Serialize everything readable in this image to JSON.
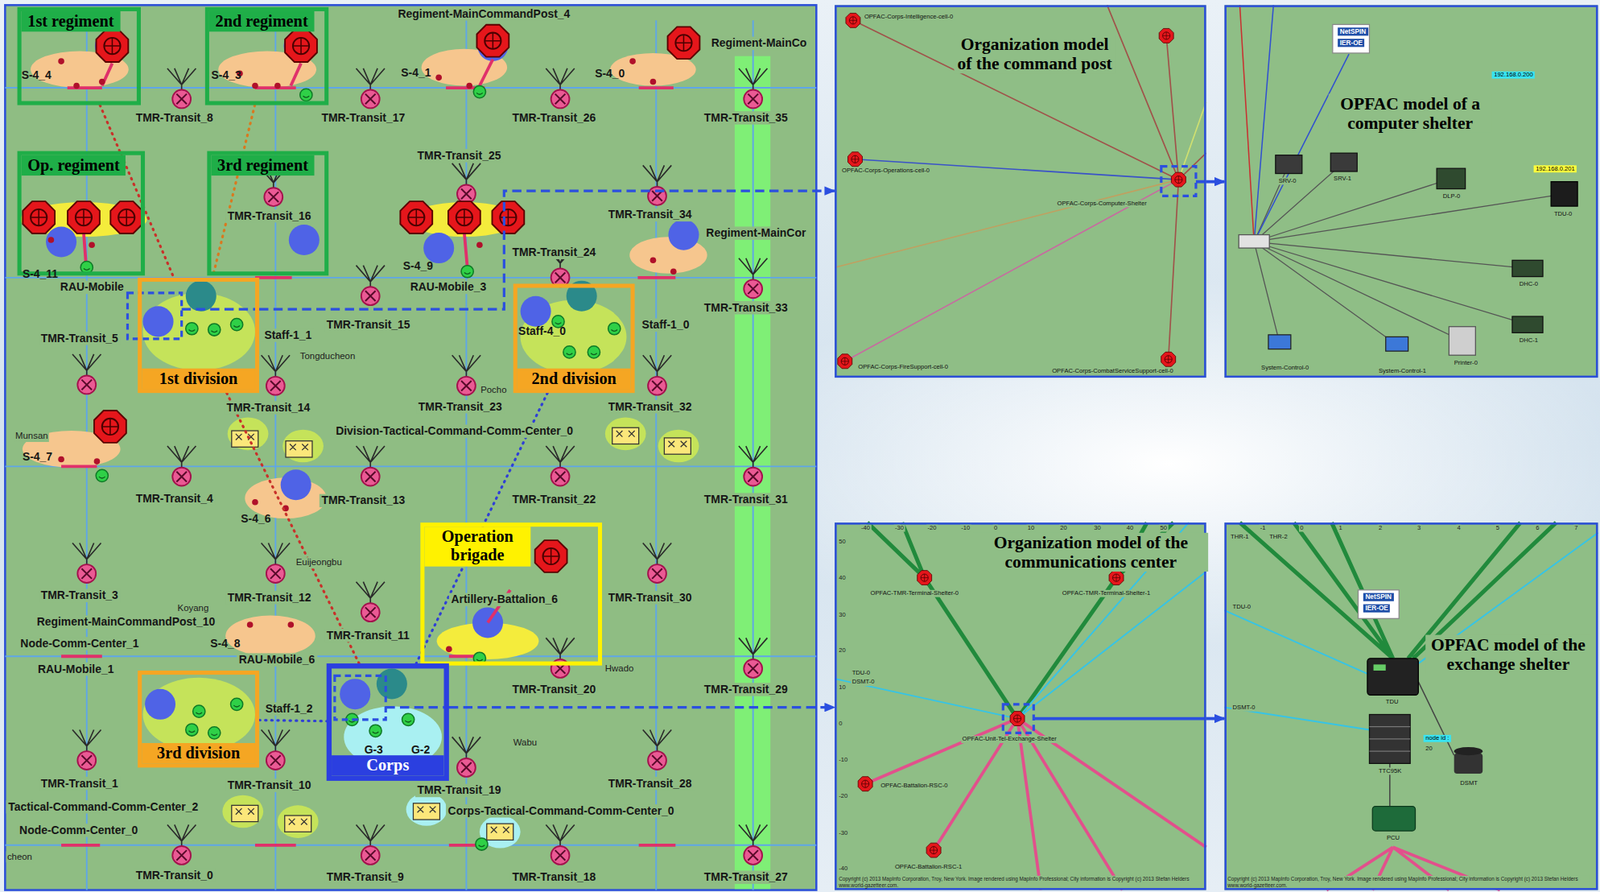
{
  "diagram": {
    "nodes": [
      {
        "text": [
          "1st regiment"
        ]
      },
      {
        "text": [
          "2nd regiment"
        ]
      },
      {
        "text": [
          "Op. regiment"
        ]
      },
      {
        "text": [
          "3rd regiment"
        ]
      },
      {
        "text": [
          "1st division"
        ]
      },
      {
        "text": [
          "2nd division"
        ]
      },
      {
        "text": [
          "Operation brigade"
        ]
      },
      {
        "text": [
          "3rd division"
        ]
      },
      {
        "text": [
          "Corps"
        ]
      },
      {
        "text": [
          "Organization model of the command post"
        ]
      },
      {
        "text": [
          "OPFAC model of a computer shelter"
        ]
      },
      {
        "text": [
          "Organization model of the communications center"
        ]
      },
      {
        "text": [
          "OPFAC model of the exchange shelter"
        ]
      }
    ],
    "edges": [
      {
        "from": 4,
        "to": 9,
        "arrow": "to"
      },
      {
        "from": 9,
        "to": 10,
        "arrow": "to"
      },
      {
        "from": 8,
        "to": 11,
        "arrow": "to"
      },
      {
        "from": 11,
        "to": 12,
        "arrow": "to"
      },
      {
        "from": 0,
        "to": 4,
        "arrow": "none"
      },
      {
        "from": 1,
        "to": 4,
        "arrow": "none"
      },
      {
        "from": 4,
        "to": 8,
        "arrow": "none"
      },
      {
        "from": 5,
        "to": 8,
        "arrow": "none"
      },
      {
        "from": 7,
        "to": 8,
        "arrow": "none"
      }
    ],
    "labels": [
      "Regiment-MainCommandPost_4",
      "S-4_4",
      "S-4_3",
      "S-4_1",
      "S-4_0",
      "Regiment-MainCo",
      "TMR-Transit_8",
      "TMR-Transit_17",
      "TMR-Transit_26",
      "TMR-Transit_35",
      "TMR-Transit_25",
      "TMR-Transit_34",
      "Regiment-MainCor",
      "TMR-Transit_16",
      "TMR-Transit_24",
      "S-4_9",
      "S-4_11",
      "RAU-Mobile",
      "RAU-Mobile_3",
      "TMR-Transit_15",
      "TMR-Transit_33",
      "TMR-Transit_5",
      "Staff-1_1",
      "Staff-4_0",
      "Staff-1_0",
      "Tongducheon",
      "TMR-Transit_14",
      "TMR-Transit_23",
      "TMR-Transit_32",
      "Munsan",
      "S-4_7",
      "Division-Tactical-Command-Comm-Center_0",
      "Pocho",
      "TMR-Transit_4",
      "TMR-Transit_13",
      "TMR-Transit_22",
      "TMR-Transit_31",
      "S-4_6",
      "Euijeongbu",
      "TMR-Transit_3",
      "TMR-Transit_12",
      "TMR-Transit_30",
      "Artillery-Battalion_6",
      "Koyang",
      "Regiment-MainCommandPost_10",
      "Node-Comm-Center_1",
      "S-4_8",
      "TMR-Transit_11",
      "RAU-Mobile_1",
      "RAU-Mobile_6",
      "Hwado",
      "TMR-Transit_20",
      "TMR-Transit_29",
      "Staff-1_2",
      "G-3",
      "G-2",
      "Wabu",
      "TMR-Transit_1",
      "TMR-Transit_10",
      "TMR-Transit_19",
      "TMR-Transit_28",
      "Tactical-Command-Comm-Center_2",
      "Corps-Tactical-Command-Comm-Center_0",
      "Node-Comm-Center_0",
      "cheon",
      "TMR-Transit_0",
      "TMR-Transit_9",
      "TMR-Transit_18",
      "TMR-Transit_27",
      "OPFAC-Corps-Intelligence-cell-0",
      "OPFAC-Corps-Operations-cell-0",
      "OPFAC-Corps-Computer-Shelter",
      "OPFAC-Corps-FireSupport-cell-0",
      "OPFAC-Corps-CombatServiceSupport-cell-0",
      "NetSPIN",
      "IER-OE",
      "192.168.0.200",
      "192.168.0.201",
      "SRV-0",
      "SRV-1",
      "DLP-0",
      "TDU-0",
      "DHC-0",
      "DHC-1",
      "Printer-0",
      "System-Control-0",
      "System-Control-1",
      "-40",
      "-30",
      "-20",
      "-10",
      "0",
      "10",
      "20",
      "30",
      "40",
      "50",
      "50",
      "40",
      "30",
      "20",
      "10",
      "0",
      "-10",
      "-20",
      "-30",
      "-40",
      "OPFAC-TMR-Terminal-Shelter-0",
      "OPFAC-TMR-Terminal-Shelter-1",
      "TDU-0",
      "DSMT-0",
      "OPFAC-Unit-Tel-Exchange-Shelter",
      "OPFAC-Battalion-RSC-0",
      "OPFAC-Battalion-RSC-1",
      "Copyright (c) 2013 MapInfo Corporation, Troy, New York. Image rendered using MapInfo Professional; City information is Copyright (c) 2013 Stefan Helders www.world-gazetteer.com.",
      "-1",
      "0",
      "1",
      "2",
      "3",
      "4",
      "5",
      "6",
      "7",
      "THR-1",
      "THR-2",
      "TDU-0",
      "DSMT-0",
      "NetSPIN",
      "IER-OE",
      "TDU",
      "node id :",
      "20",
      "TTC95K",
      "DSMT",
      "PCU",
      "Copyright (c) 2013 MapInfo Corporation, Troy, New York. Image rendered using MapInfo Professional; City information is Copyright (c) 2013 Stefan Helders www.world-gazetteer.com."
    ]
  }
}
